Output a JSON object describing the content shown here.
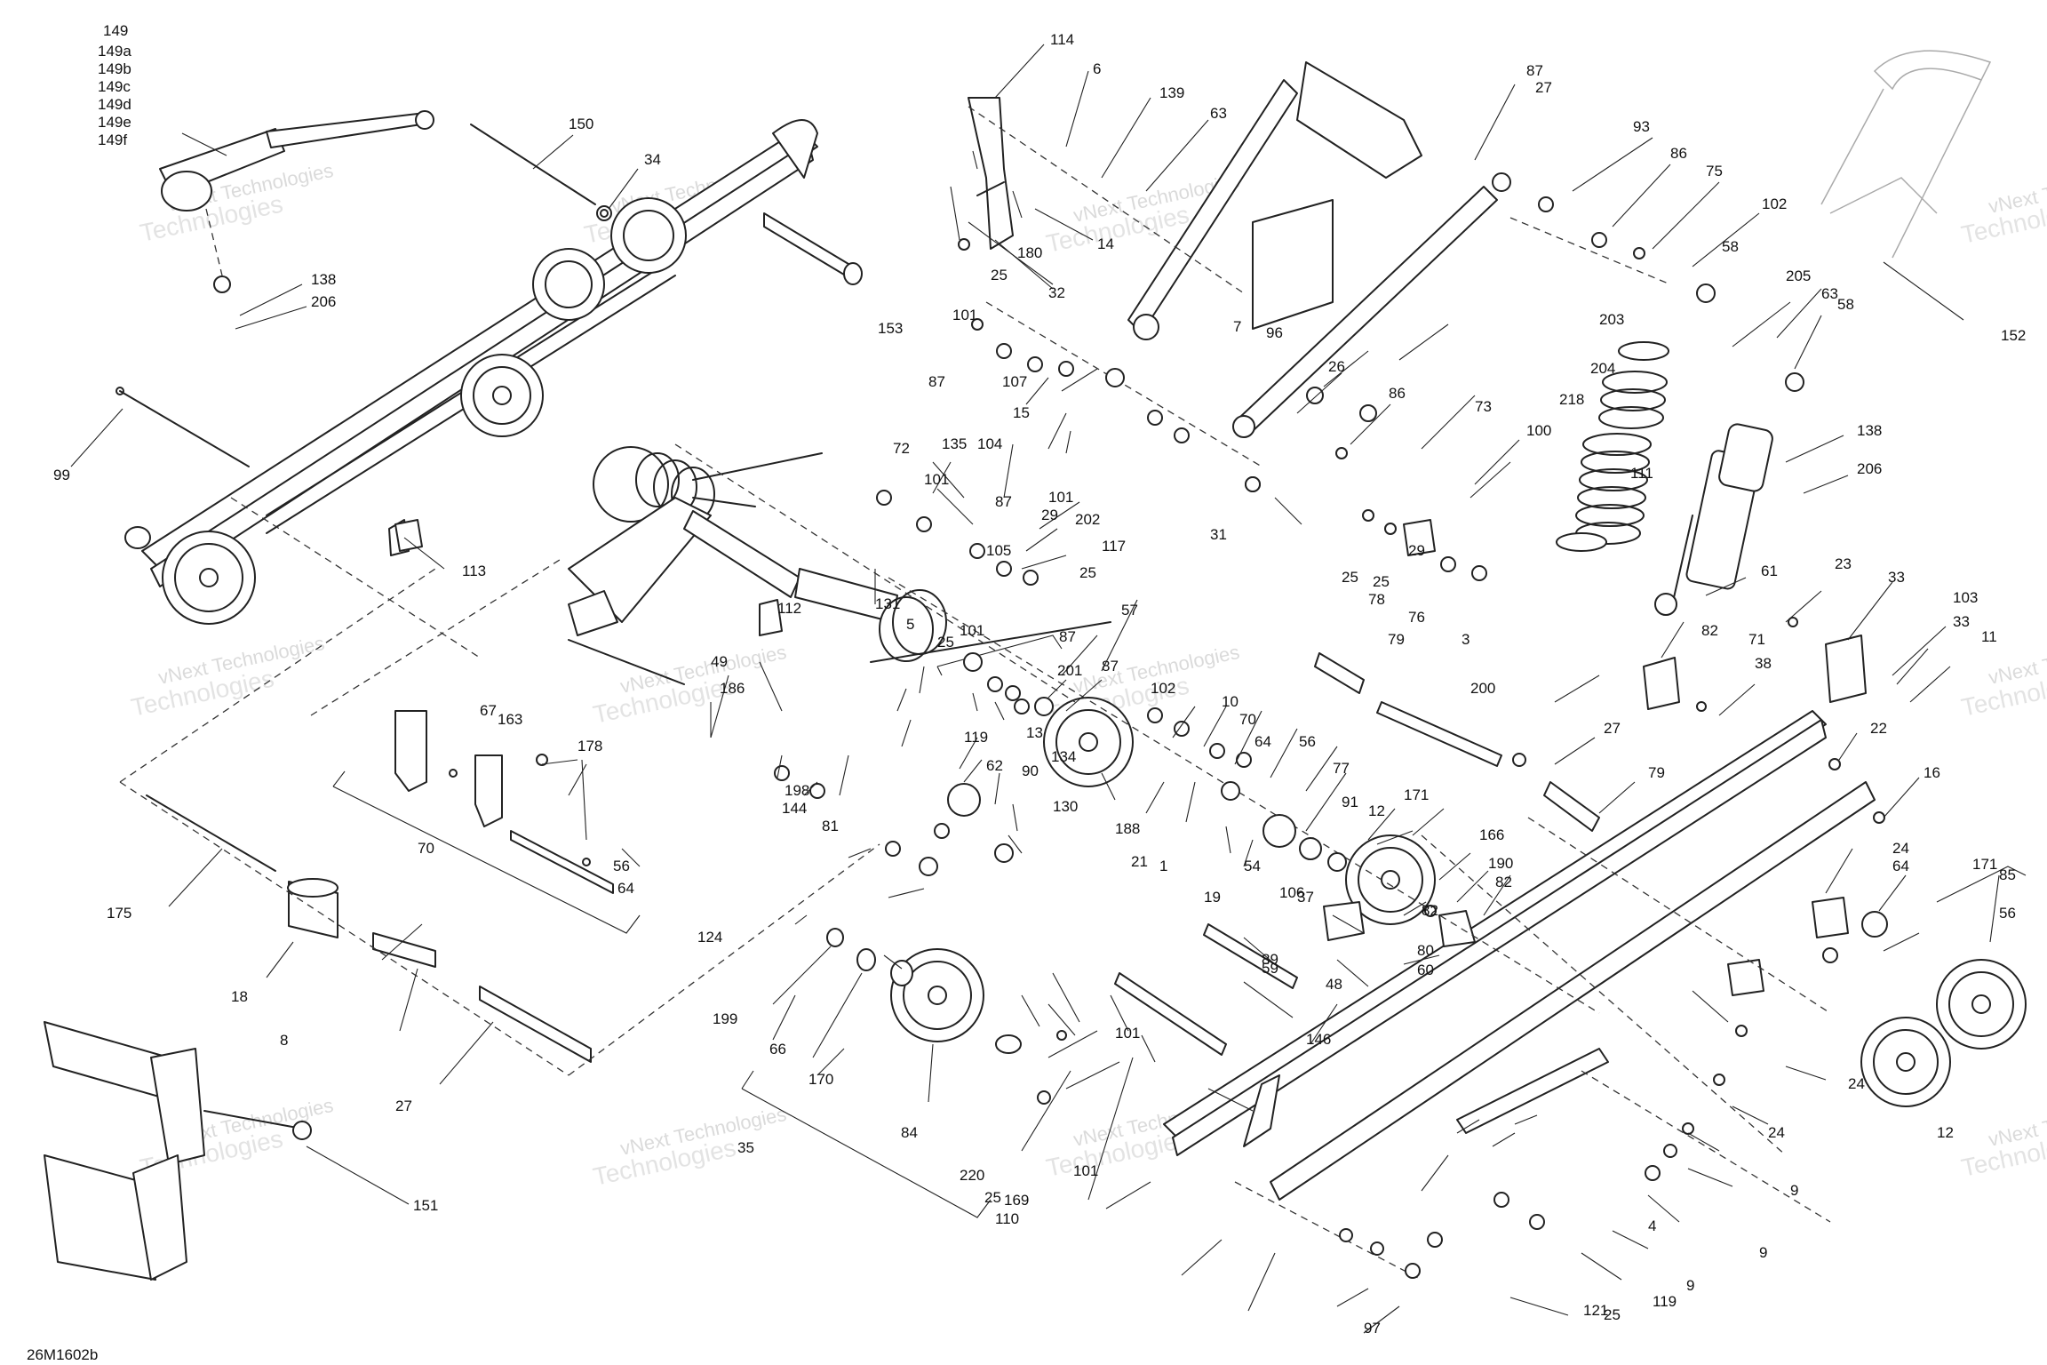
{
  "diagram": {
    "code": "26M1602b",
    "watermark_line1": "vNext Technologies",
    "watermark_line2": "Technologies",
    "label_149": "149\n149a\n149b\n149c\n149d\n149e\n149f",
    "callouts": [
      "150",
      "34",
      "138",
      "206",
      "99",
      "113",
      "114",
      "6",
      "139",
      "63",
      "14",
      "32",
      "25",
      "180",
      "153",
      "101",
      "107",
      "87",
      "15",
      "104",
      "72",
      "135",
      "101",
      "87",
      "101",
      "105",
      "202",
      "117",
      "29",
      "25",
      "87",
      "27",
      "93",
      "86",
      "75",
      "102",
      "7",
      "96",
      "26",
      "86",
      "73",
      "100",
      "31",
      "25",
      "25",
      "29",
      "78",
      "76",
      "3",
      "58",
      "205",
      "63",
      "58",
      "152",
      "203",
      "204",
      "218",
      "111",
      "138",
      "206",
      "61",
      "23",
      "33",
      "103",
      "33",
      "11",
      "82",
      "71",
      "38",
      "79",
      "200",
      "27",
      "79",
      "22",
      "16",
      "24",
      "171",
      "85",
      "56",
      "64",
      "24",
      "12",
      "24",
      "9",
      "9",
      "4",
      "9",
      "25",
      "119",
      "121",
      "97",
      "57",
      "87",
      "201",
      "87",
      "102",
      "10",
      "70",
      "64",
      "56",
      "77",
      "91",
      "12",
      "171",
      "166",
      "190",
      "82",
      "82",
      "80",
      "60",
      "37",
      "89",
      "48",
      "146",
      "106",
      "59",
      "49",
      "186",
      "112",
      "131",
      "5",
      "101",
      "25",
      "119",
      "13",
      "134",
      "62",
      "90",
      "130",
      "188",
      "21",
      "1",
      "54",
      "19",
      "124",
      "198",
      "144",
      "81",
      "67",
      "163",
      "178",
      "56",
      "64",
      "70",
      "175",
      "18",
      "8",
      "27",
      "151",
      "199",
      "66",
      "170",
      "84",
      "35",
      "220",
      "25",
      "169",
      "101",
      "101",
      "110"
    ]
  }
}
